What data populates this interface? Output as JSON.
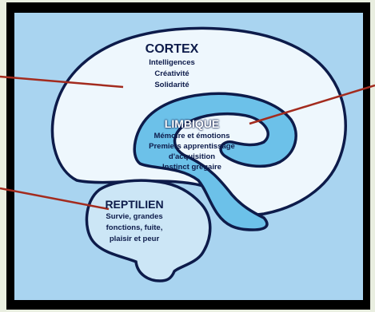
{
  "cortex": {
    "title": "CORTEX",
    "lines": [
      "Intelligences",
      "Créativité",
      "Solidarité"
    ]
  },
  "limbic": {
    "title": "LIMBIQUE",
    "lines": [
      "Mémoire et émotions",
      "Premiers apprentissage",
      "d'acquisition",
      "Instinct grégaire"
    ]
  },
  "reptilian": {
    "title": "REPTILIEN",
    "lines": [
      "Survie, grandes",
      "fonctions, fuite,",
      "plaisir et peur"
    ]
  },
  "colors": {
    "frame": "#000000",
    "panel_background": "#a9d4f0",
    "cortex_fill": "#eef7fd",
    "limbic_fill": "#6cc1e9",
    "reptilian_fill": "#cce6f6",
    "pointer_line": "#a32b1e",
    "outline": "#0d1b4a"
  }
}
